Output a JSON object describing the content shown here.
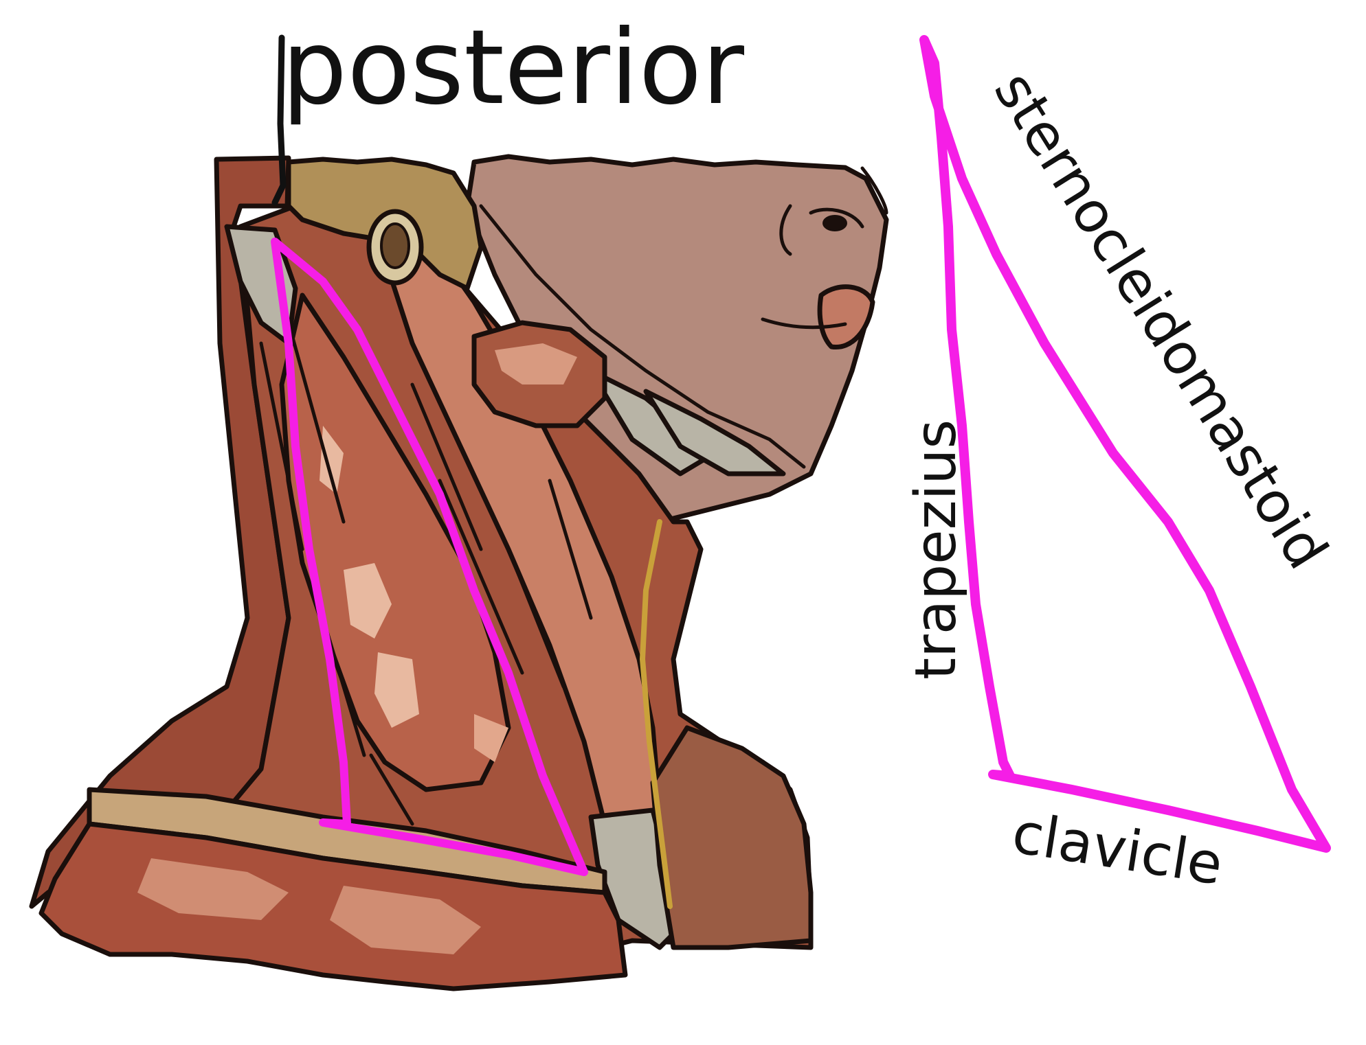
{
  "diagram": {
    "title": "posterior",
    "triangle_labels": {
      "left_side": "trapezius",
      "right_side": "sternocleidomastoid",
      "base": "clavicle"
    },
    "colors": {
      "triangle_outline": "#f51ee6",
      "ink": "#111111",
      "muscle_dark": "#8c3a28",
      "muscle_mid": "#a4533c",
      "muscle_light": "#c98066",
      "skin": "#b48a7c",
      "fat": "#b09058",
      "fascia": "#b8b4a6",
      "background": "#ffffff"
    }
  }
}
